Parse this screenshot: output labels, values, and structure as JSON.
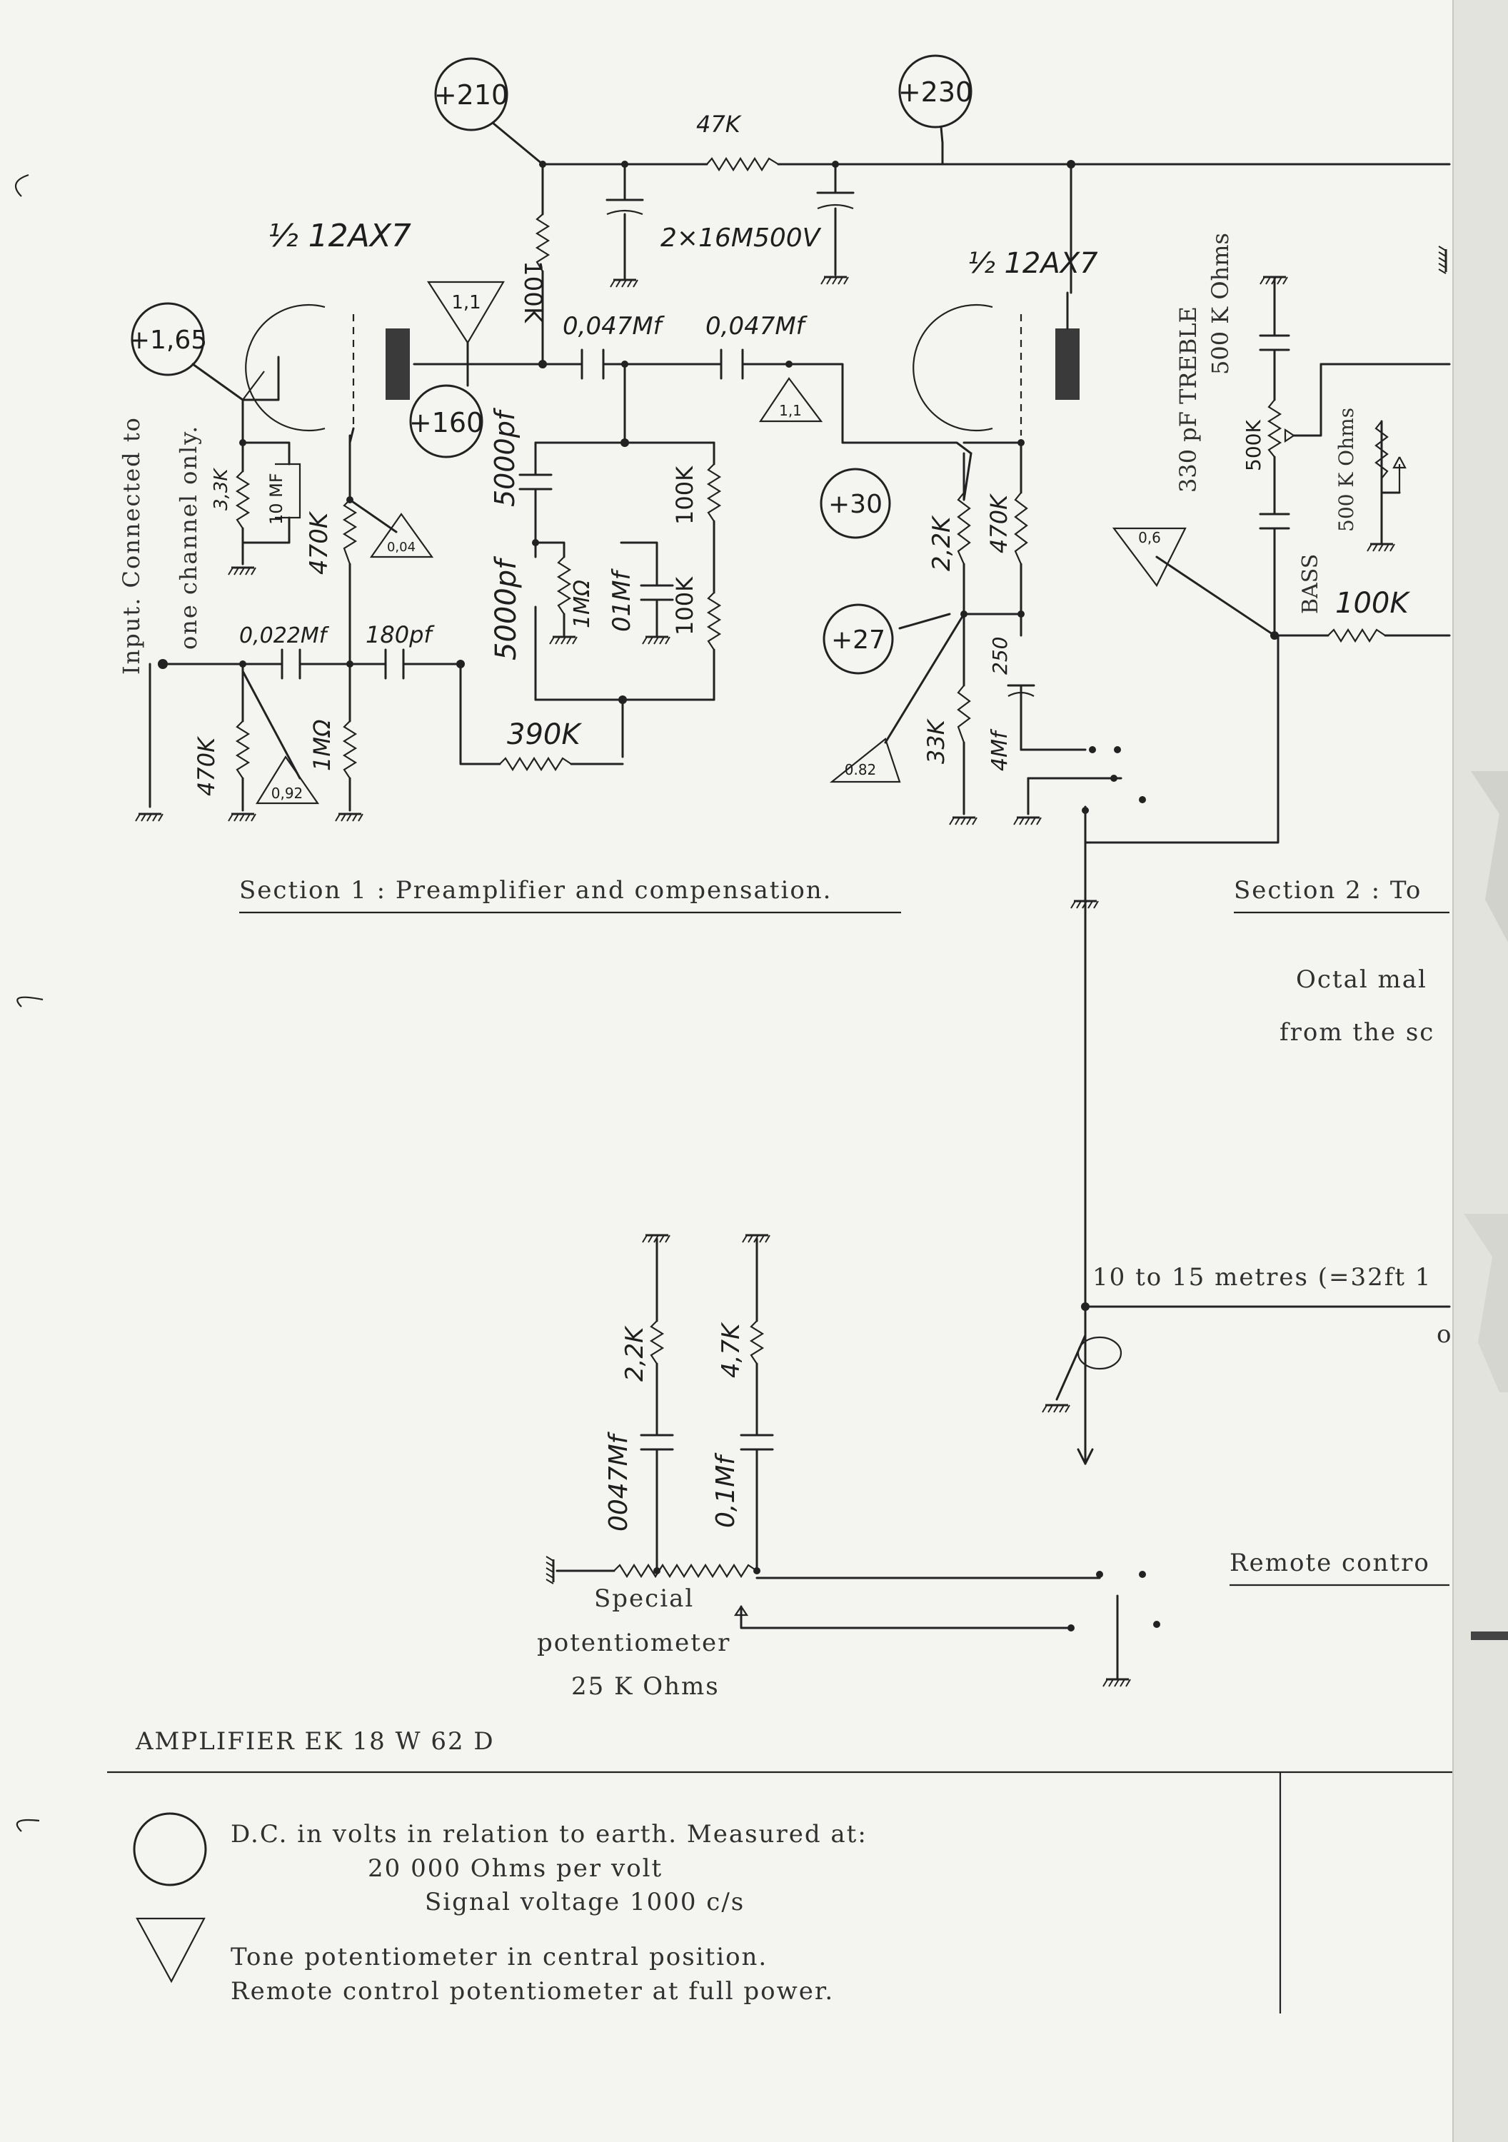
{
  "tubes": {
    "left": "½ 12AX7",
    "right": "½ 12AX7"
  },
  "voltages": {
    "v210": "+210",
    "v230": "+230",
    "v165": "+1,65",
    "v160": "+160",
    "v30": "+30",
    "v27": "+27"
  },
  "signals": {
    "s11a": "1,1",
    "s004": "0,04",
    "s092": "0,92",
    "s11b": "1,1",
    "s082": "0.82",
    "s06": "0,6"
  },
  "components": {
    "r47k": "47K",
    "c2x16": "2×16M500V",
    "r100k_plate": "100K",
    "c0047a": "0,047Mf",
    "c0047b": "0,047Mf",
    "c5000a": "5000pf",
    "r100k_right": "100K",
    "c5000b": "5000pf",
    "r1m_mid": "1MΩ",
    "c01": "01Mf",
    "r100k_mid": "100K",
    "r390k": "390K",
    "r33k": "3,3K",
    "c10mf": "10 MF",
    "r470k_cath": "470K",
    "c0022": "0,022Mf",
    "c180": "180pf",
    "r470k_in": "470K",
    "r1m_in": "1MΩ",
    "r22k": "2,2K",
    "r470k_r": "470K",
    "c250": "250",
    "r33k_r": "33K",
    "c4mf": "4Mf",
    "r500k_treble": "500K",
    "r100k_bass": "100K",
    "c0047c": "0047Mf",
    "r22k_b": "2,2K",
    "c01b": "0,1Mf",
    "r47k_b": "4,7K"
  },
  "labels": {
    "input_1": "Input. Connected to",
    "input_2": "one channel only.",
    "treble_1": "330 pF TREBLE",
    "treble_2": "500 K Ohms",
    "bass_1": "BASS",
    "bass_2": "500 K Ohms",
    "section1": "Section 1 : Preamplifier and compensation.",
    "section2": "Section 2 : To",
    "octal_1": "Octal mal",
    "octal_2": "from the sc",
    "cable_1": "10 to 15 metres (=32ft 1",
    "cable_2": "of s",
    "remote": "Remote contro",
    "special_1": "Special",
    "special_2": "potentiometer",
    "special_3": "25 K Ohms",
    "amp_title": "AMPLIFIER EK 18 W 62 D"
  },
  "legend": {
    "circle_1": "D.C. in volts in relation to earth. Measured at:",
    "circle_2": "20 000 Ohms per volt",
    "circle_3": "Signal voltage 1000 c/s",
    "tri_1": "Tone potentiometer in central position.",
    "tri_2": "Remote control potentiometer at full power."
  }
}
